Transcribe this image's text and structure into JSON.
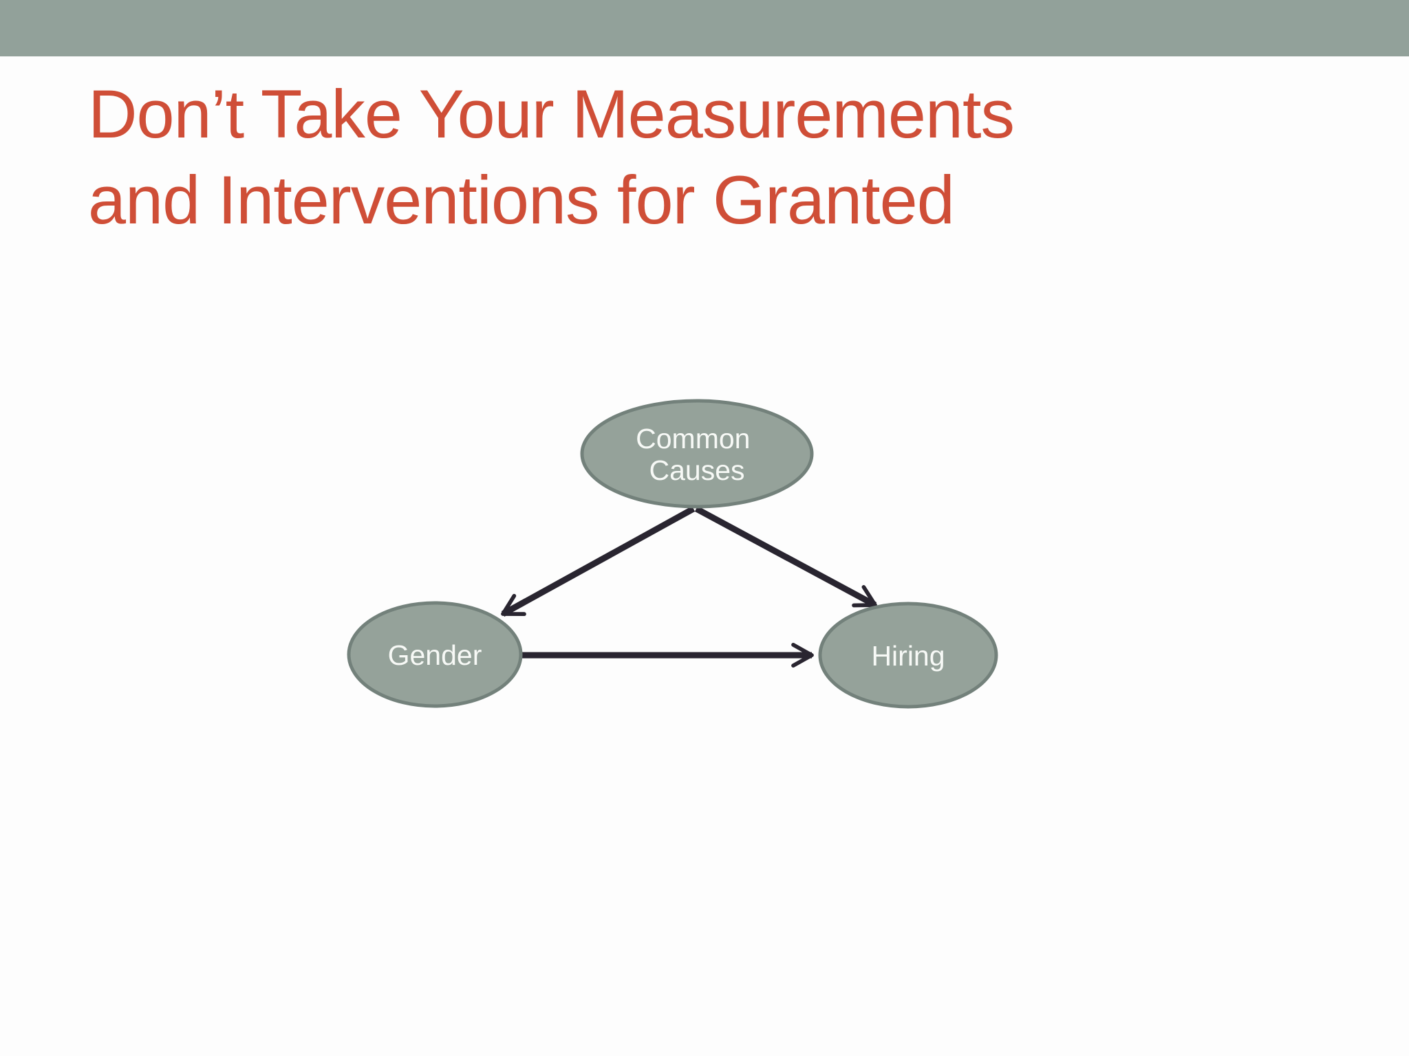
{
  "slide": {
    "title": {
      "line1": "Don’t Take Your Measurements",
      "line2": "and Interventions for Granted",
      "color": "#cf4e37"
    },
    "top_bar_color": "#92a19a",
    "background_color": "#fdfdfd"
  },
  "diagram": {
    "type": "causal-dag",
    "colors": {
      "node_fill": "#95a29a",
      "node_border": "#73817b",
      "node_text": "#f7f9f6",
      "arrow": "#292530"
    },
    "nodes": [
      {
        "id": "common-causes",
        "label": "Common Causes",
        "lines": [
          "Common",
          "Causes"
        ]
      },
      {
        "id": "gender",
        "label": "Gender",
        "lines": [
          "Gender"
        ]
      },
      {
        "id": "hiring",
        "label": "Hiring",
        "lines": [
          "Hiring"
        ]
      }
    ],
    "edges": [
      {
        "from": "common-causes",
        "to": "gender"
      },
      {
        "from": "common-causes",
        "to": "hiring"
      },
      {
        "from": "gender",
        "to": "hiring"
      }
    ]
  }
}
